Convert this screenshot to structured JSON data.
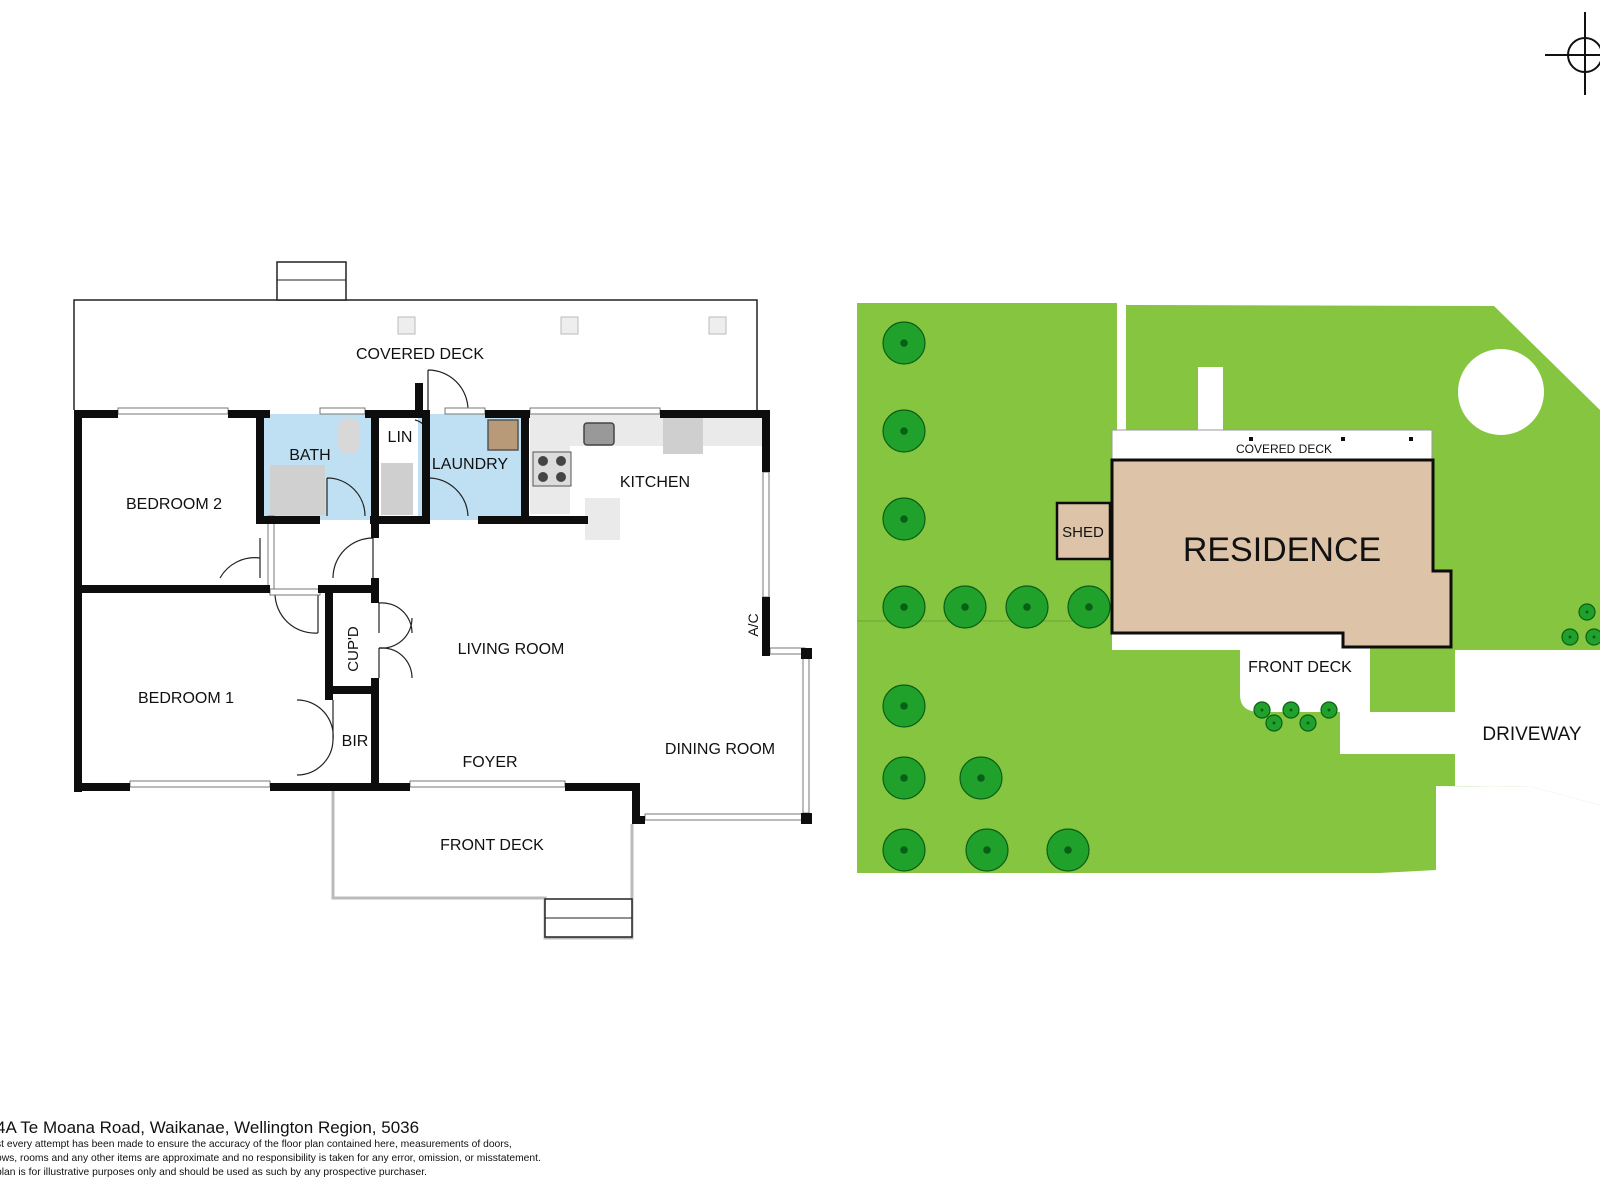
{
  "floor_plan": {
    "rooms": {
      "covered_deck": "COVERED DECK",
      "bath": "BATH",
      "lin": "LIN",
      "laundry": "LAUNDRY",
      "kitchen": "KITCHEN",
      "bedroom_2": "BEDROOM 2",
      "bedroom_1": "BEDROOM 1",
      "cupd": "CUP'D",
      "living_room": "LIVING ROOM",
      "ac": "A/C",
      "bir": "BIR",
      "foyer": "FOYER",
      "dining_room": "DINING ROOM",
      "front_deck": "FRONT DECK"
    }
  },
  "site_plan": {
    "labels": {
      "covered_deck": "COVERED DECK",
      "shed": "SHED",
      "residence": "RESIDENCE",
      "front_deck": "FRONT DECK",
      "driveway": "DRIVEWAY"
    }
  },
  "footer": {
    "address": "4A Te Moana Road, Waikanae, Wellington Region, 5036",
    "disclaimer_lines": [
      "st every attempt has been made to ensure the accuracy of the floor plan contained here, measurements of doors,",
      "ows, rooms and any other items are approximate and no responsibility is taken for any error, omission, or misstatement.",
      "plan is for illustrative purposes only and should be used as such by any prospective purchaser."
    ]
  },
  "colors": {
    "wall": "#0d0d0d",
    "wet_area": "#bfe0f3",
    "lawn": "#86c540",
    "residence": "#ddc4a8",
    "tree": "#1fa12c"
  }
}
